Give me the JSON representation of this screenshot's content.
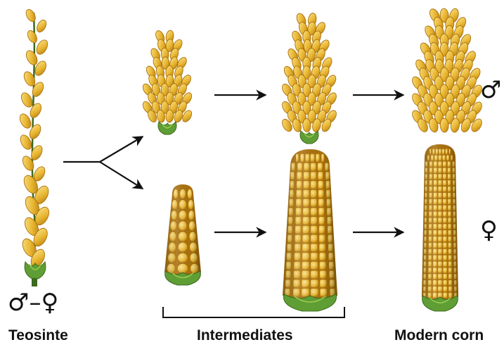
{
  "labels": {
    "teosinte": "Teosinte",
    "intermediates": "Intermediates",
    "modern_corn": "Modern corn"
  },
  "symbols": {
    "teosinte_sexes": "♂–♀",
    "male": "♂",
    "female": "♀"
  },
  "colors": {
    "kernel": "#e8b530",
    "kernel_light": "#f7dc76",
    "kernel_dark": "#a9700d",
    "husk": "#5f9e35",
    "husk_light": "#9acd4d",
    "stem": "#3d6a1d",
    "arrow": "#111111"
  }
}
